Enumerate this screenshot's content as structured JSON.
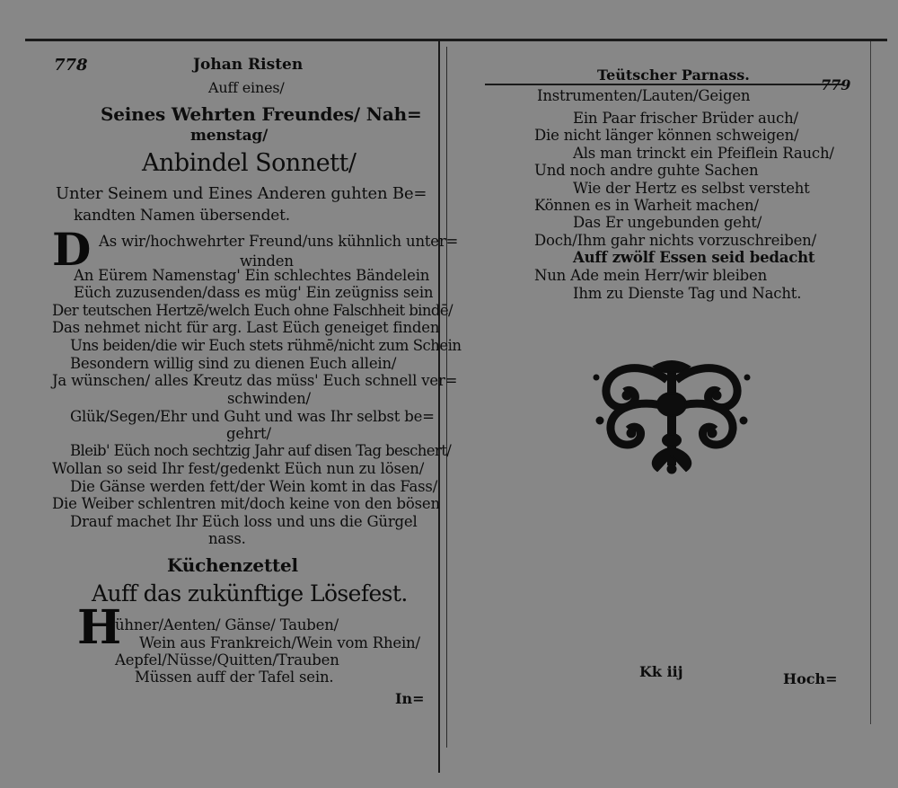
{
  "left_page": {
    "page_number": "778",
    "running_head": "Johan Risten",
    "heading": {
      "line1": "Auff eines/",
      "line2": "Seines Wehrten Freundes/ Nah=",
      "line3": "menstag/",
      "title": "Anbindel Sonnett/",
      "sub1": "Unter Seinem und Eines Anderen guhten Be=",
      "sub2": "kandten Namen übersendet."
    },
    "sonnet": {
      "drop_cap": "D",
      "lines": [
        "As wir/hochwehrter Freund/uns kühnlich unter=",
        "winden",
        "An Eürem Namenstag' Ein schlechtes Bändelein",
        "Eüch zuzusenden/dass es müg' Ein zeügniss sein",
        "Der teutschen Hertzē/welch Euch ohne Falschheit bindē/",
        "Das nehmet nicht für arg. Last Eüch geneiget finden",
        "Uns beiden/die wir Euch stets rühmē/nicht zum Schein",
        "Besondern willig sind zu dienen Euch allein/",
        "Ja wünschen/ alles Kreutz das müss' Euch schnell ver=",
        "schwinden/",
        "Glük/Segen/Ehr und Guht und was Ihr selbst be=",
        "gehrt/",
        "Bleib' Eüch noch sechtzig Jahr auf disen Tag beschert/",
        "Wollan so seid Ihr fest/gedenkt Eüch nun zu lösen/",
        "Die Gänse werden fett/der Wein komt in das Fass/",
        "Die Weiber schlentren mit/doch keine von den bösen",
        "Drauf machet Ihr Eüch loss und uns die Gürgel",
        "nass."
      ]
    },
    "section2": {
      "title1": "Küchenzettel",
      "title2": "Auff das zukünftige Lösefest.",
      "drop_cap": "H",
      "lines": [
        "ühner/Aenten/ Gänse/ Tauben/",
        "Wein aus Frankreich/Wein vom Rhein/",
        "Aepfel/Nüsse/Quitten/Trauben",
        "Müssen auff der Tafel sein."
      ],
      "catchword": "In="
    }
  },
  "right_page": {
    "page_number": "779",
    "running_head": "Teütscher Parnass.",
    "lines": [
      "Instrumenten/Lauten/Geigen",
      "Ein Paar frischer Brüder auch/",
      "Die nicht länger können schweigen/",
      "Als man trinckt ein Pfeiflein Rauch/",
      "Und noch andre guhte Sachen",
      "Wie der Hertz es selbst versteht",
      "Können es in Warheit machen/",
      "Das Er ungebunden geht/",
      "Doch/Ihm gahr nichts vorzuschreiben/",
      "Auff zwölf Essen seid bedacht",
      "Nun Ade mein Herr/wir bleiben",
      "Ihm zu Dienste Tag und Nacht."
    ],
    "signature": "Kk iij",
    "catchword": "Hoch="
  }
}
